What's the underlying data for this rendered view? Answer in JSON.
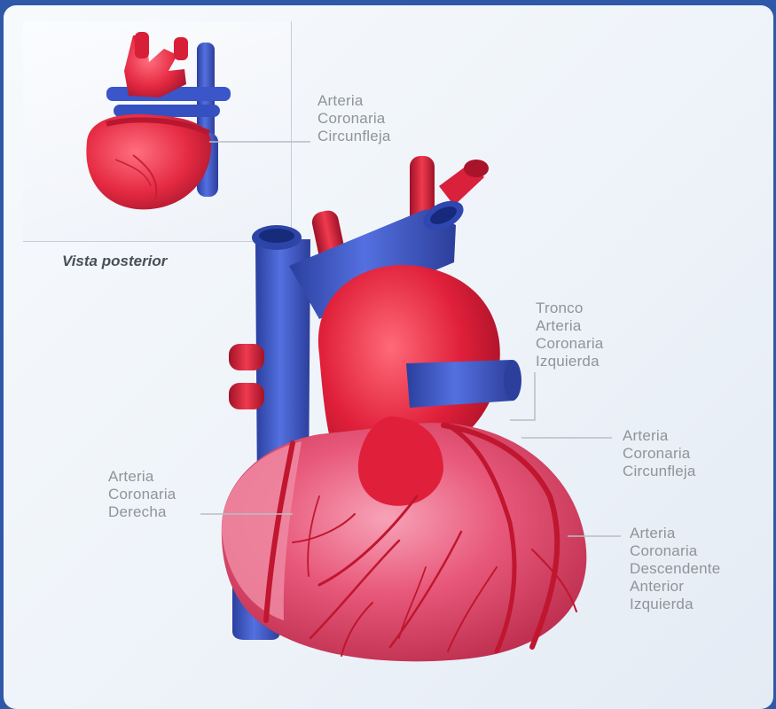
{
  "inset": {
    "caption": "Vista posterior",
    "label": [
      "Arteria",
      "Coronaria",
      "Circunfleja"
    ]
  },
  "labels": {
    "tronco": [
      "Tronco",
      "Arteria",
      "Coronaria",
      "Izquierda"
    ],
    "circunfleja": [
      "Arteria",
      "Coronaria",
      "Circunfleja"
    ],
    "derecha": [
      "Arteria",
      "Coronaria",
      "Derecha"
    ],
    "descendente": [
      "Arteria",
      "Coronaria",
      "Descendente",
      "Anterior",
      "Izquierda"
    ]
  },
  "colors": {
    "artery_red": "#e0203a",
    "vein_blue": "#3a56c8",
    "muscle_pink": "#e8587a",
    "label_gray": "#8f9499"
  }
}
